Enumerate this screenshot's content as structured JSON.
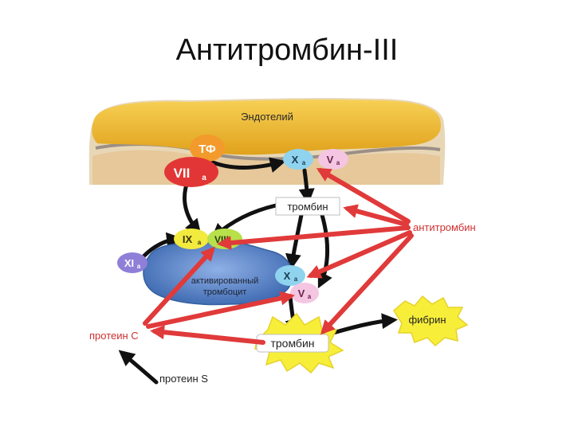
{
  "title": "Антитромбин-III",
  "labels": {
    "endothelium": "Эндотелий",
    "tf": "ТФ",
    "viia_main": "VII",
    "viia_sub": "a",
    "xa_top_main": "X",
    "xa_top_sub": "a",
    "va_top_main": "V",
    "va_top_sub": "a",
    "thrombin_top": "тромбин",
    "antithrombin": "антитромбин",
    "ixa_main": "IX",
    "ixa_sub": "a",
    "viiia_main": "VIII",
    "viiia_sub": "a",
    "xia_main": "XI",
    "xia_sub": "a",
    "platelet_line1": "активированный",
    "platelet_line2": "тромбоцит",
    "xa_mid_main": "X",
    "xa_mid_sub": "a",
    "va_mid_main": "V",
    "va_mid_sub": "a",
    "protein_c": "протеин С",
    "thrombin_bottom": "тромбин",
    "fibrin": "фибрин",
    "protein_s": "протеин S"
  },
  "colors": {
    "inhibition_arrow": "#e03a3a",
    "activation_arrow": "#111111",
    "endothelium": "#f2b928",
    "tf": "#f39a2c",
    "viia": "#e23636",
    "xa": "#8fd3ee",
    "va": "#f4c6e2",
    "ixa": "#f2ea3e",
    "viiia": "#b8e04a",
    "xia": "#8f7fd8",
    "platelet": "#4f7fc6",
    "thrombin_burst": "#f7ee3a",
    "text_red": "#d03030",
    "text_dark": "#222222"
  }
}
